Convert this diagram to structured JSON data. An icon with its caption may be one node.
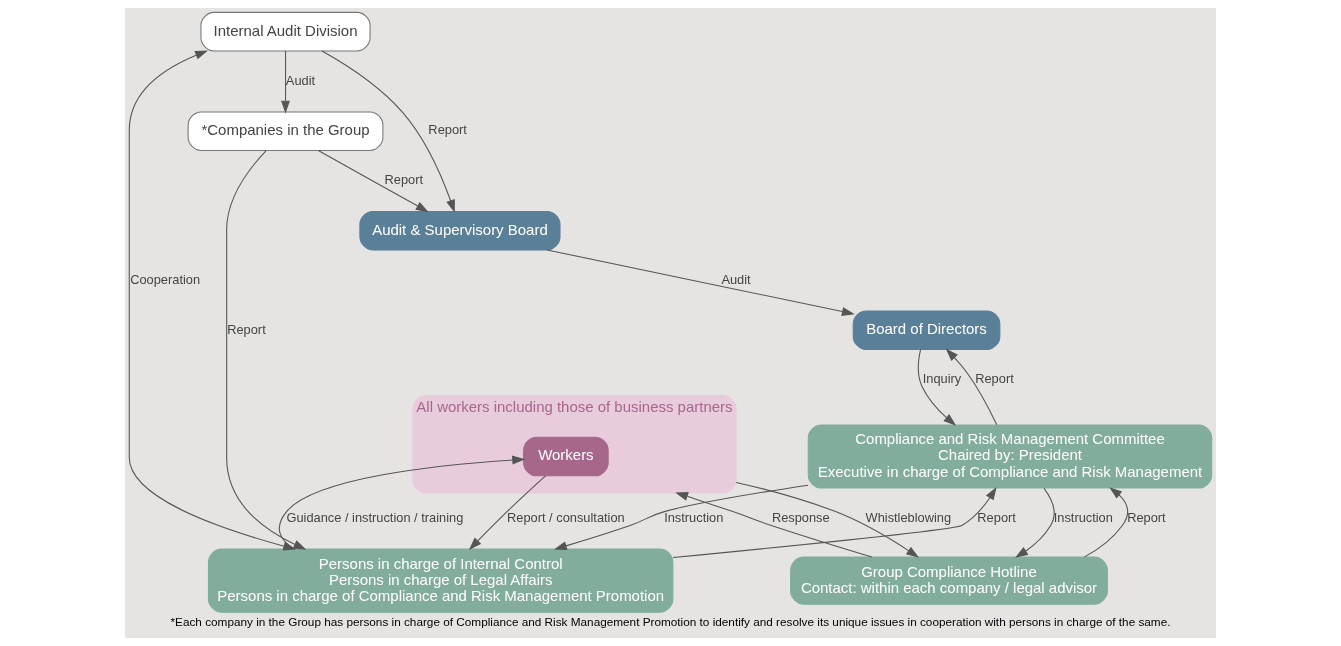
{
  "diagram": {
    "caption": "*Each company in the Group has persons in charge of Compliance and Risk Management Promotion to identify and resolve its unique issues in cooperation with persons in charge of the same.",
    "nodes": [
      {
        "text": [
          "Audit & Supervisory Board"
        ]
      },
      {
        "text": [
          "Board of Directors"
        ]
      },
      {
        "text": [
          "Internal Audit Division"
        ]
      },
      {
        "text": [
          "Compliance and Risk Management Committee",
          "Chaired by: President",
          "Executive in charge of Compliance and Risk Management"
        ]
      },
      {
        "text": [
          "*Companies in the Group"
        ]
      },
      {
        "text": [
          "Persons in charge of Internal Control",
          "Persons in charge of Legal Affairs",
          "Persons in charge of Compliance and Risk Management Promotion"
        ]
      },
      {
        "text": [
          "Group Compliance Hotline",
          "Contact: within each company / legal advisor"
        ]
      },
      {
        "text": [
          "All workers including those of business partners"
        ]
      },
      {
        "text": [
          "Workers"
        ],
        "in": 7
      }
    ],
    "edges": [
      {
        "from": 4,
        "to": 0,
        "arrow": "to",
        "label": "Report"
      },
      {
        "from": 0,
        "to": 1,
        "arrow": "to",
        "label": "Audit"
      },
      {
        "from": 1,
        "to": 3,
        "arrow": "to",
        "label": "Inquiry"
      },
      {
        "from": 3,
        "to": 1,
        "arrow": "to",
        "label": "Report"
      },
      {
        "from": 2,
        "to": 0,
        "arrow": "to",
        "label": "Report"
      },
      {
        "from": 2,
        "to": 4,
        "arrow": "to",
        "label": "Audit"
      },
      {
        "from": 2,
        "to": 5,
        "arrow": "both",
        "label": "Cooperation"
      },
      {
        "from": 4,
        "to": 5,
        "arrow": "to",
        "label": "Report"
      },
      {
        "from": 3,
        "to": 5,
        "arrow": "to",
        "label": "Instruction"
      },
      {
        "from": 5,
        "to": 3,
        "arrow": "to",
        "label": "Report"
      },
      {
        "from": 3,
        "to": 6,
        "arrow": "to",
        "label": "Instruction"
      },
      {
        "from": 6,
        "to": 3,
        "arrow": "to",
        "label": "Report"
      },
      {
        "from": 5,
        "to": 8,
        "arrow": "to",
        "label": "Guidance / instruction / training"
      },
      {
        "from": 8,
        "to": 5,
        "arrow": "to",
        "label": "Report / consultation"
      },
      {
        "from": 6,
        "to": 7,
        "arrow": "to",
        "label": "Response"
      },
      {
        "from": 7,
        "to": 6,
        "arrow": "to",
        "label": "Whistleblowing"
      }
    ]
  }
}
